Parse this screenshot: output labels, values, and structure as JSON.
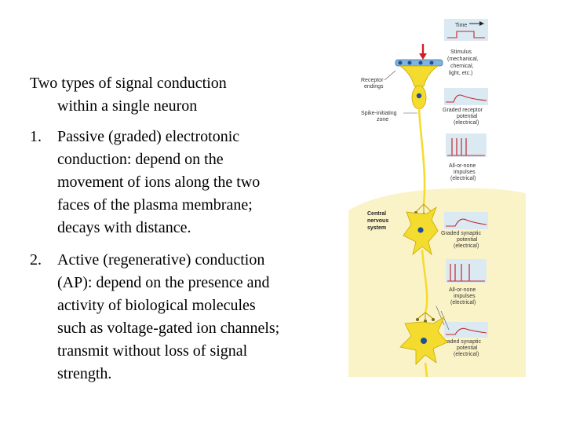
{
  "title": {
    "line1": "Two types of signal conduction",
    "line2": "within a single neuron"
  },
  "points": [
    {
      "number": "1.",
      "lines": [
        "Passive (graded) electrotonic",
        "conduction: depend on the",
        "movement of ions along the two",
        "faces of the plasma membrane;",
        "decays with distance."
      ]
    },
    {
      "number": "2.",
      "lines": [
        "Active (regenerative) conduction",
        "(AP): depend on the presence and",
        "activity of biological molecules",
        "such as voltage-gated ion channels;",
        "transmit without loss of signal",
        "strength."
      ]
    }
  ],
  "figure": {
    "time_label": "Time",
    "stimulus_lines": [
      "Stimulus",
      "(mechanical,",
      "chemical,",
      "light, etc.)"
    ],
    "receptor_endings_lines": [
      "Receptor",
      "endings"
    ],
    "spike_zone_lines": [
      "Spike-initiating",
      "zone"
    ],
    "receptor_potential_lines": [
      "Graded receptor",
      "potential",
      "(electrical)"
    ],
    "impulses_1_lines": [
      "All-or-none",
      "impulses",
      "(electrical)"
    ],
    "cns_lines": [
      "Central",
      "nervous",
      "system"
    ],
    "synaptic_1_lines": [
      "Graded synaptic",
      "potential",
      "(electrical)"
    ],
    "impulses_2_lines": [
      "All-or-none",
      "impulses",
      "(electrical)"
    ],
    "synaptic_2_lines": [
      "Graded synaptic",
      "potential",
      "(electrical)"
    ],
    "colors": {
      "cns_background": "#fbf3c8",
      "neuron": "#f4dc2e",
      "neuron_outline": "#c9a800",
      "nucleus": "#1f4f9c",
      "panel": "#dbe9f3",
      "trace": "#c0282c",
      "stimulus_arrow": "#d01f24"
    }
  }
}
